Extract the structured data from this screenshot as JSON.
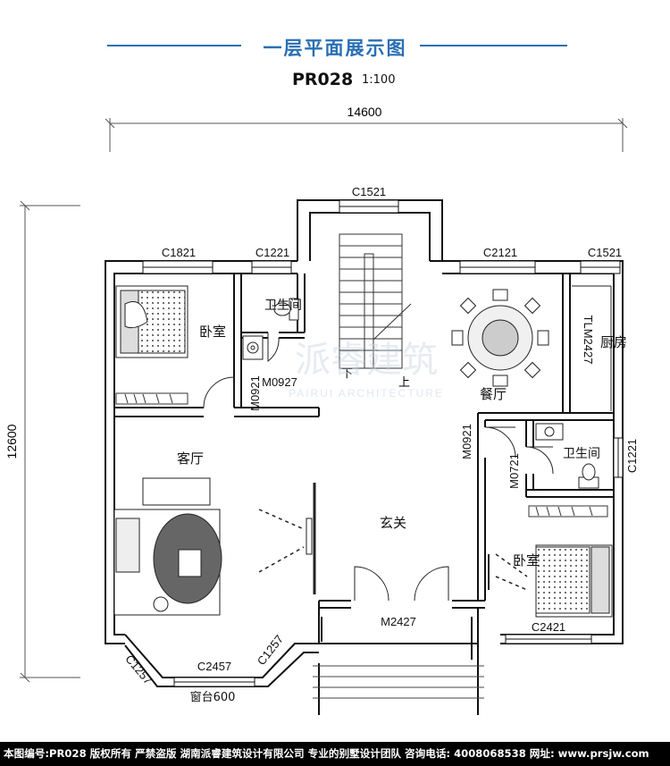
{
  "header": {
    "title": "一层平面展示图",
    "plan_code": "PR028",
    "scale": "1:100"
  },
  "dimensions": {
    "width": "14600",
    "height": "12600"
  },
  "windows": {
    "top_stair": "C1521",
    "bedroom1": "C1821",
    "bath1": "C1221",
    "dining": "C2121",
    "kitchen": "C1521",
    "bath2_side": "C1221",
    "bedroom2": "C2421",
    "bay_front": "C2457",
    "bay_left": "C1257",
    "bay_right": "C1257"
  },
  "doors": {
    "bath1": "M0927",
    "bedroom1": "M0921",
    "kitchen": "TLM2427",
    "dining_side": "M0921",
    "bath2": "M0721",
    "entrance": "M2427"
  },
  "rooms": {
    "bedroom1": "卧室",
    "bath1": "卫生间",
    "living": "客厅",
    "dining": "餐厅",
    "kitchen": "厨房",
    "bath2": "卫生间",
    "bedroom2": "卧室",
    "foyer": "玄关",
    "bay": "窗台600"
  },
  "stair": {
    "down": "下",
    "up": "上"
  },
  "watermark": {
    "cn": "派睿建筑",
    "en": "PAIRUI ARCHITECTURE"
  },
  "footer": {
    "text": "本图编号:PR028 版权所有 严禁盗版 湖南派睿建筑设计有限公司 专业的别墅设计团队 咨询电话: 4008068538 网址: www.prsjw.com"
  }
}
